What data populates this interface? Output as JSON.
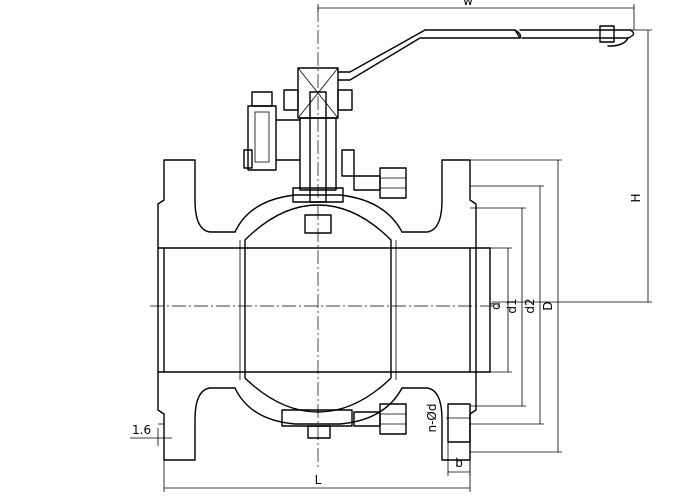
{
  "drawing": {
    "labels": {
      "w": "w",
      "H": "H",
      "d": "d",
      "d1": "d1",
      "d2": "d2",
      "D": "D",
      "L": "L",
      "b": "b",
      "n_phi_d": "n-Ød",
      "gasket": "1.6"
    },
    "colors": {
      "line": "#000000",
      "background": "#ffffff"
    }
  }
}
